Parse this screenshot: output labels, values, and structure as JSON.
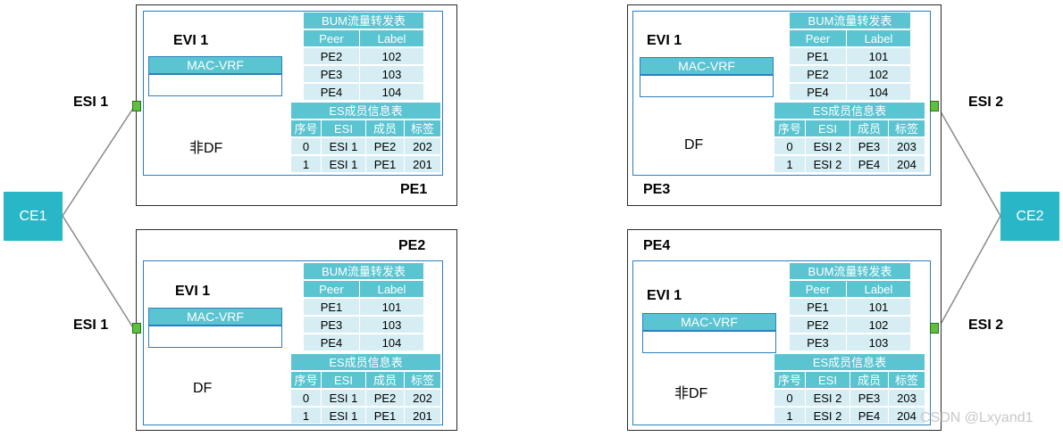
{
  "ce_devices": [
    {
      "name": "CE1"
    },
    {
      "name": "CE2"
    }
  ],
  "esi_labels": [
    "ESI 1",
    "ESI 1",
    "ESI 2",
    "ESI 2"
  ],
  "pe_devices": [
    {
      "name": "PE1",
      "evi": "EVI 1",
      "mac_vrf": "MAC-VRF",
      "role": "非DF",
      "bum_title": "BUM流量转发表",
      "bum_headers": [
        "Peer",
        "Label"
      ],
      "bum_rows": [
        [
          "PE2",
          "102"
        ],
        [
          "PE3",
          "103"
        ],
        [
          "PE4",
          "104"
        ]
      ],
      "es_title": "ES成员信息表",
      "es_headers": [
        "序号",
        "ESI",
        "成员",
        "标签"
      ],
      "es_rows": [
        [
          "0",
          "ESI 1",
          "PE2",
          "202"
        ],
        [
          "1",
          "ESI 1",
          "PE1",
          "201"
        ]
      ]
    },
    {
      "name": "PE2",
      "evi": "EVI 1",
      "mac_vrf": "MAC-VRF",
      "role": "DF",
      "bum_title": "BUM流量转发表",
      "bum_headers": [
        "Peer",
        "Label"
      ],
      "bum_rows": [
        [
          "PE1",
          "101"
        ],
        [
          "PE3",
          "103"
        ],
        [
          "PE4",
          "104"
        ]
      ],
      "es_title": "ES成员信息表",
      "es_headers": [
        "序号",
        "ESI",
        "成员",
        "标签"
      ],
      "es_rows": [
        [
          "0",
          "ESI 1",
          "PE2",
          "202"
        ],
        [
          "1",
          "ESI 1",
          "PE1",
          "201"
        ]
      ]
    },
    {
      "name": "PE3",
      "evi": "EVI 1",
      "mac_vrf": "MAC-VRF",
      "role": "DF",
      "bum_title": "BUM流量转发表",
      "bum_headers": [
        "Peer",
        "Label"
      ],
      "bum_rows": [
        [
          "PE1",
          "101"
        ],
        [
          "PE2",
          "102"
        ],
        [
          "PE4",
          "104"
        ]
      ],
      "es_title": "ES成员信息表",
      "es_headers": [
        "序号",
        "ESI",
        "成员",
        "标签"
      ],
      "es_rows": [
        [
          "0",
          "ESI 2",
          "PE3",
          "203"
        ],
        [
          "1",
          "ESI 2",
          "PE4",
          "204"
        ]
      ]
    },
    {
      "name": "PE4",
      "evi": "EVI 1",
      "mac_vrf": "MAC-VRF",
      "role": "非DF",
      "bum_title": "BUM流量转发表",
      "bum_headers": [
        "Peer",
        "Label"
      ],
      "bum_rows": [
        [
          "PE1",
          "101"
        ],
        [
          "PE2",
          "102"
        ],
        [
          "PE3",
          "103"
        ]
      ],
      "es_title": "ES成员信息表",
      "es_headers": [
        "序号",
        "ESI",
        "成员",
        "标签"
      ],
      "es_rows": [
        [
          "0",
          "ESI 2",
          "PE3",
          "203"
        ],
        [
          "1",
          "ESI 2",
          "PE4",
          "204"
        ]
      ]
    }
  ],
  "watermark": "CSDN @Lxyand1",
  "colors": {
    "ce_fill": "#29b6c6",
    "table_header": "#5bc4d1",
    "table_cell": "#d6eef3",
    "evi_border": "#2a7fc1",
    "esi_port": "#5fbf3f"
  }
}
